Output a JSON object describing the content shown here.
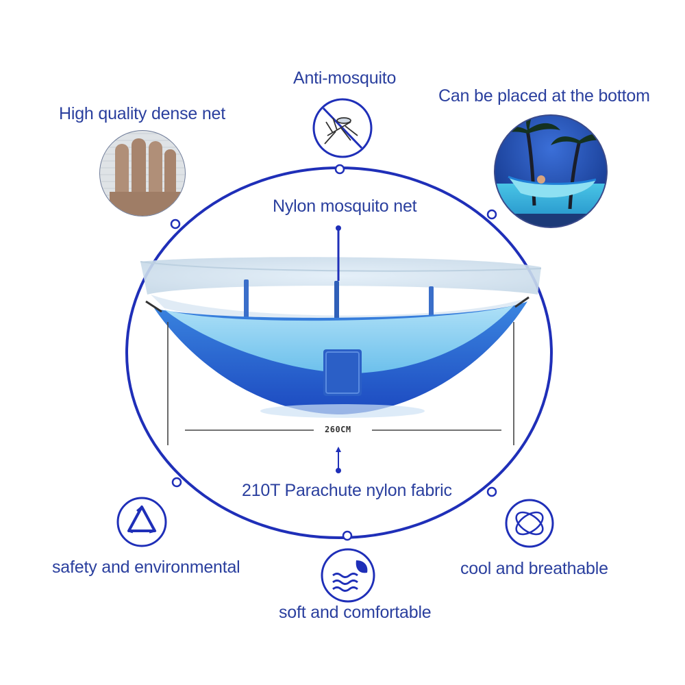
{
  "labels": {
    "anti_mosquito": "Anti-mosquito",
    "dense_net": "High quality dense net",
    "placed_bottom": "Can be placed at the bottom",
    "nylon_net": "Nylon mosquito net",
    "dimension": "260CM",
    "fabric": "210T Parachute nylon fabric",
    "safety": "safety and environmental",
    "cool": "cool and breathable",
    "soft": "soft and comfortable"
  },
  "icons": {
    "mosquito": "mosquito-icon",
    "recycle": "recycle-icon",
    "water": "water-leaf-icon",
    "air": "air-flow-icon"
  },
  "colors": {
    "primary_blue": "#1f2fb8",
    "label_blue": "#2a3f9e",
    "hammock_dark": "#2a63d0",
    "hammock_light": "#7cc8ef"
  }
}
